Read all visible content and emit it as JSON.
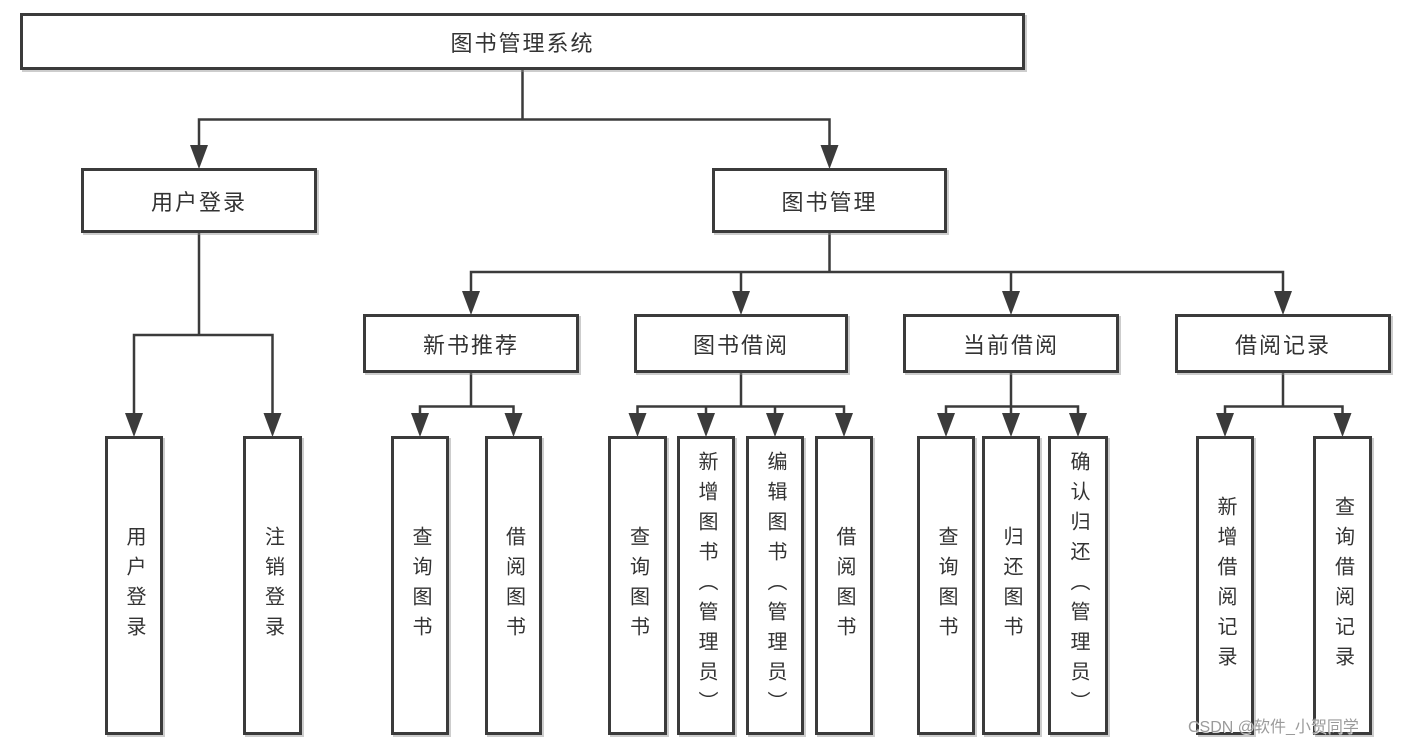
{
  "tree": {
    "root": "图书管理系统",
    "level2": [
      "用户登录",
      "图书管理"
    ],
    "level3": [
      "新书推荐",
      "图书借阅",
      "当前借阅",
      "借阅记录"
    ],
    "leaves": {
      "user_login": [
        "用户登录",
        "注销登录"
      ],
      "new_book": [
        "查询图书",
        "借阅图书"
      ],
      "book_borrow": [
        "查询图书",
        "新增图书（管理员）",
        "编辑图书（管理员）",
        "借阅图书"
      ],
      "current_borrow": [
        "查询图书",
        "归还图书",
        "确认归还（管理员）"
      ],
      "borrow_record": [
        "新增借阅记录",
        "查询借阅记录"
      ]
    }
  },
  "watermark": "CSDN @软件_小贺同学",
  "colors": {
    "line": "#3b3b3b",
    "text": "#333333",
    "watermark": "#9b9b9b",
    "background": "#ffffff"
  }
}
